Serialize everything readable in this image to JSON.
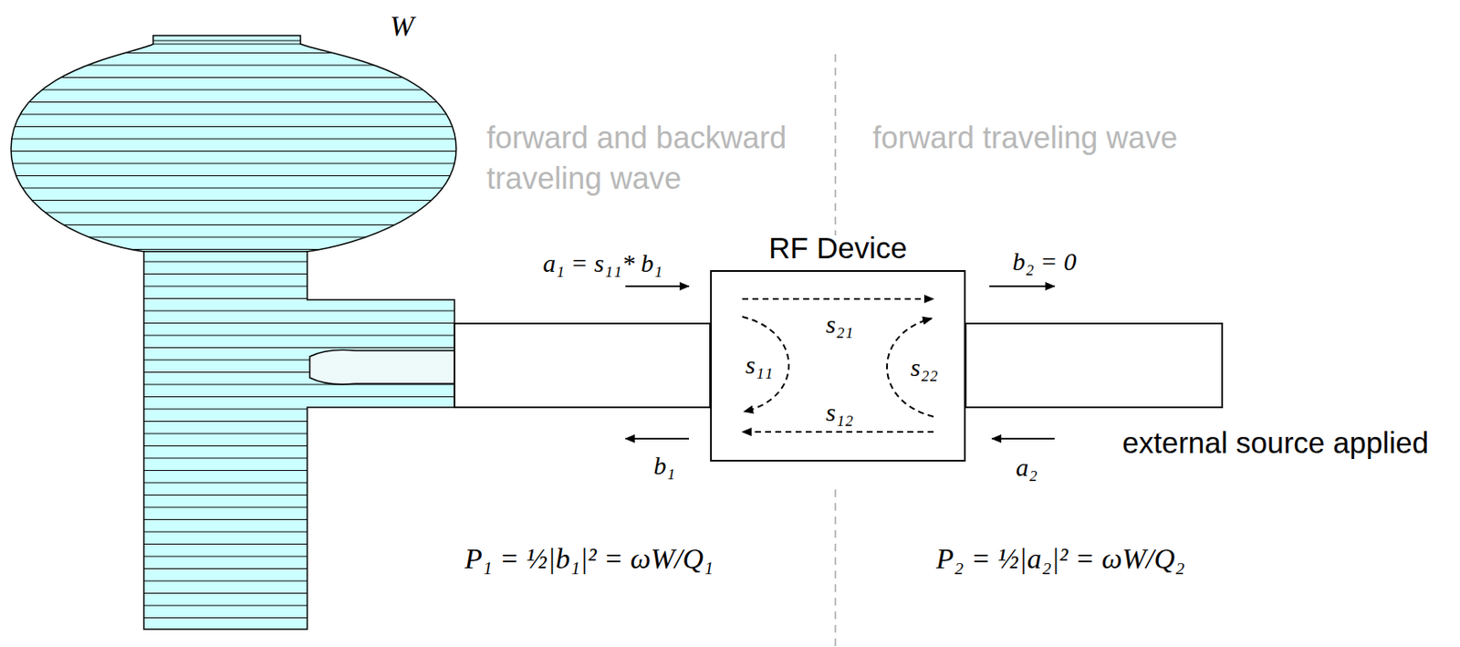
{
  "diagram": {
    "nodes": [
      {
        "text": [
          "RF Device",
          "s₂₁",
          "s₁₁",
          "s₂₂",
          "s₁₂"
        ]
      }
    ],
    "labels": [
      "W",
      "forward and backward traveling wave",
      "forward traveling wave",
      "a₁ = s₁₁* b₁",
      "b₂ = 0",
      "b₁",
      "a₂",
      "external source applied",
      "P₁ = ½|b₁|² = ωW/Q₁",
      "P₂ = ½|a₂|² = ωW/Q₂"
    ]
  }
}
